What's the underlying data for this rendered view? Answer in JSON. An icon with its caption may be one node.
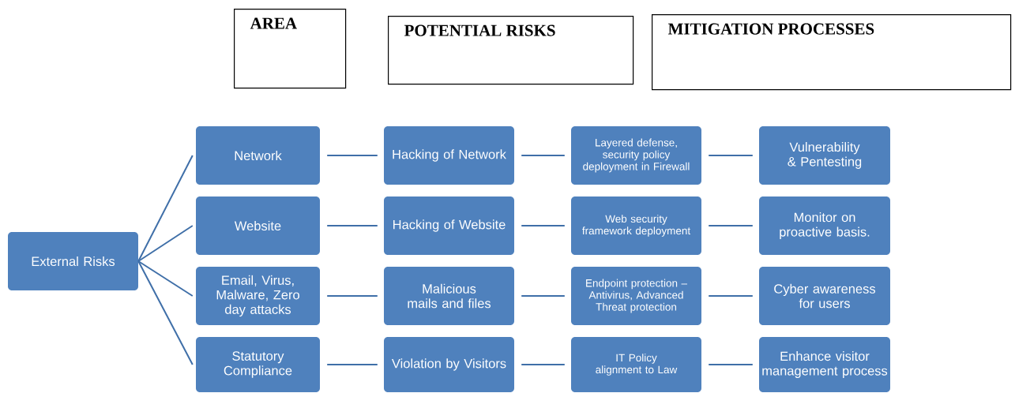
{
  "diagram": {
    "nodes": [
      {
        "text": [
          "AREA"
        ]
      },
      {
        "text": [
          "POTENTIAL RISKS"
        ]
      },
      {
        "text": [
          "MITIGATION PROCESSES"
        ]
      },
      {
        "text": [
          "External Risks"
        ]
      },
      {
        "text": [
          "Network"
        ]
      },
      {
        "text": [
          "Hacking of Network"
        ]
      },
      {
        "text": [
          "Layered defense, security policy deployment in Firewall"
        ]
      },
      {
        "text": [
          "Vulnerability & Pentesting"
        ]
      },
      {
        "text": [
          "Website"
        ]
      },
      {
        "text": [
          "Hacking of Website"
        ]
      },
      {
        "text": [
          "Web security framework deployment"
        ]
      },
      {
        "text": [
          "Monitor on proactive basis."
        ]
      },
      {
        "text": [
          "Email, Virus, Malware, Zero day attacks"
        ]
      },
      {
        "text": [
          "Malicious mails and files"
        ]
      },
      {
        "text": [
          "Endpoint protection – Antivirus, Advanced Threat protection"
        ]
      },
      {
        "text": [
          "Cyber awareness for users"
        ]
      },
      {
        "text": [
          "Statutory Compliance"
        ]
      },
      {
        "text": [
          "Violation by Visitors"
        ]
      },
      {
        "text": [
          "IT Policy alignment to Law"
        ]
      },
      {
        "text": [
          "Enhance visitor management process"
        ]
      }
    ],
    "edges": [
      {
        "from": 3,
        "to": 4,
        "arrow": "none"
      },
      {
        "from": 3,
        "to": 8,
        "arrow": "none"
      },
      {
        "from": 3,
        "to": 12,
        "arrow": "none"
      },
      {
        "from": 3,
        "to": 16,
        "arrow": "none"
      },
      {
        "from": 4,
        "to": 5,
        "arrow": "none"
      },
      {
        "from": 5,
        "to": 6,
        "arrow": "none"
      },
      {
        "from": 6,
        "to": 7,
        "arrow": "none"
      },
      {
        "from": 8,
        "to": 9,
        "arrow": "none"
      },
      {
        "from": 9,
        "to": 10,
        "arrow": "none"
      },
      {
        "from": 10,
        "to": 11,
        "arrow": "none"
      },
      {
        "from": 12,
        "to": 13,
        "arrow": "none"
      },
      {
        "from": 13,
        "to": 14,
        "arrow": "none"
      },
      {
        "from": 14,
        "to": 15,
        "arrow": "none"
      },
      {
        "from": 16,
        "to": 17,
        "arrow": "none"
      },
      {
        "from": 17,
        "to": 18,
        "arrow": "none"
      },
      {
        "from": 18,
        "to": 19,
        "arrow": "none"
      }
    ]
  }
}
